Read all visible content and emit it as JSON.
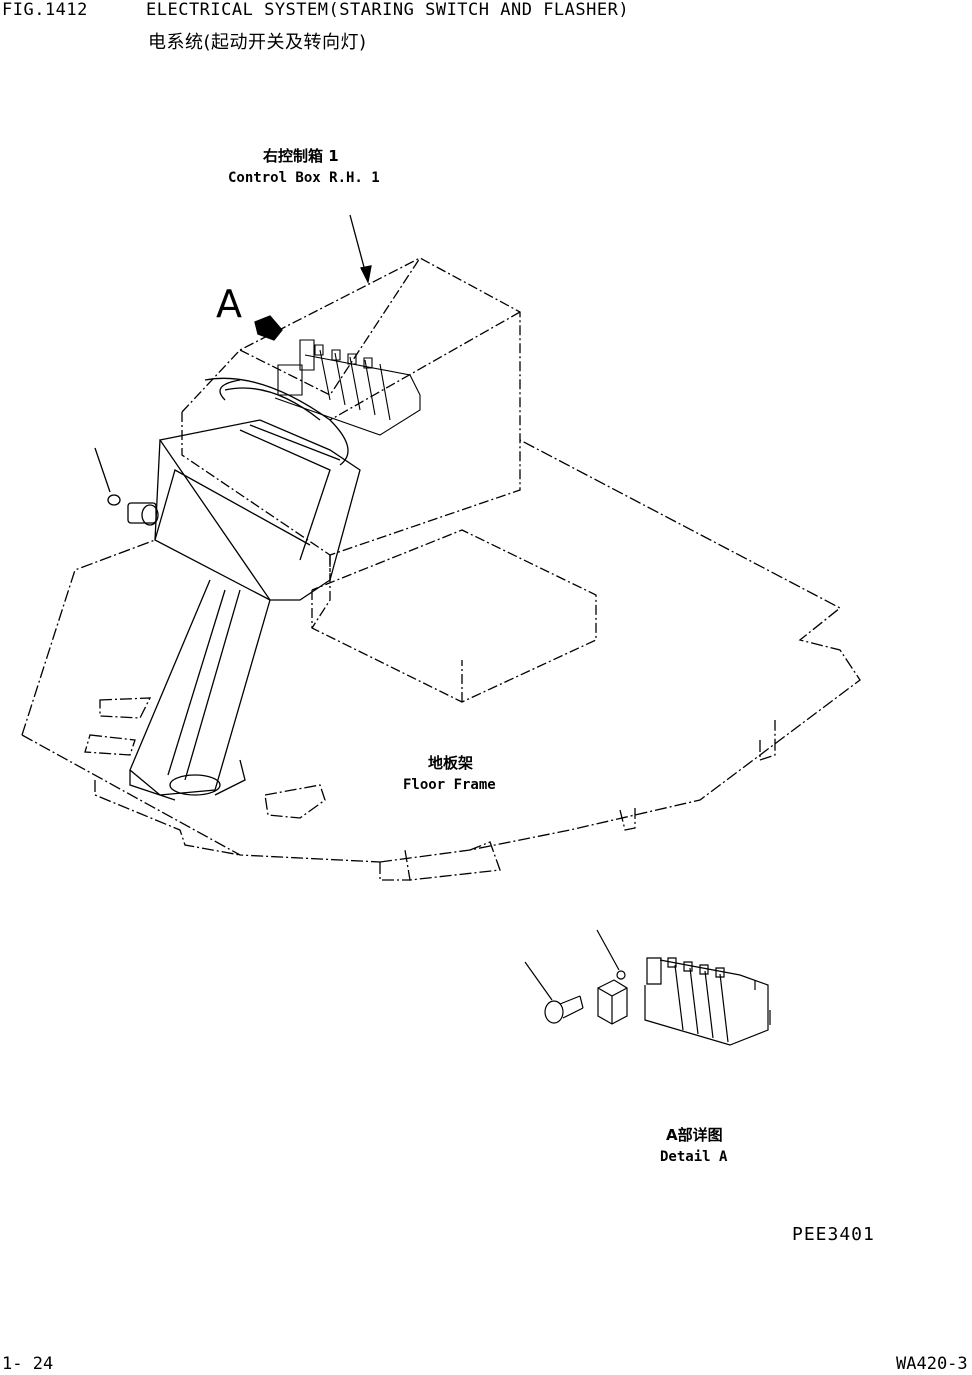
{
  "header": {
    "fig_number": "FIG.1412",
    "title_en": "ELECTRICAL SYSTEM(STARING SWITCH AND FLASHER)",
    "title_cn": "电系统(起动开关及转向灯)"
  },
  "callouts": {
    "control_box_cn": "右控制箱 1",
    "control_box_en": "Control Box R.H. 1",
    "view_marker": "A",
    "floor_frame_cn": "地板架",
    "floor_frame_en": "Floor Frame",
    "detail_cn": "A部详图",
    "detail_en": "Detail A"
  },
  "drawing_code": "PEE3401",
  "footer": {
    "page": "1- 24",
    "model": "WA420-3"
  }
}
